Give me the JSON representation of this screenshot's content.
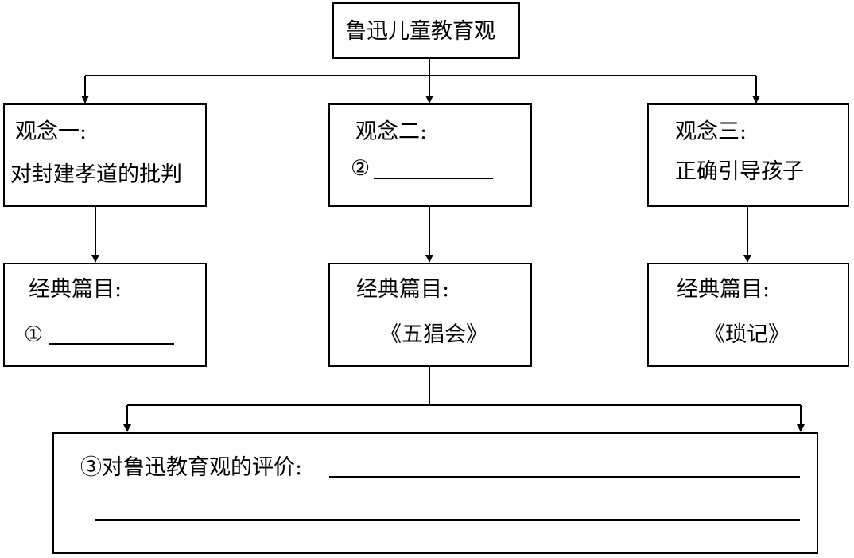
{
  "root": {
    "label": "鲁迅儿童教育观"
  },
  "concepts": [
    {
      "heading": "观念一:",
      "text": "对封建孝道的批判",
      "marker": ""
    },
    {
      "heading": "观念二:",
      "text": "",
      "marker": "②"
    },
    {
      "heading": "观念三:",
      "text": "正确引导孩子",
      "marker": ""
    }
  ],
  "works": [
    {
      "heading": "经典篇目:",
      "text": "",
      "marker": "①"
    },
    {
      "heading": "经典篇目:",
      "text": "《五猖会》",
      "marker": ""
    },
    {
      "heading": "经典篇目:",
      "text": "《琐记》",
      "marker": ""
    }
  ],
  "evaluation": {
    "label": "③对鲁迅教育观的评价:"
  },
  "colors": {
    "line": "#000000",
    "background": "#ffffff"
  }
}
